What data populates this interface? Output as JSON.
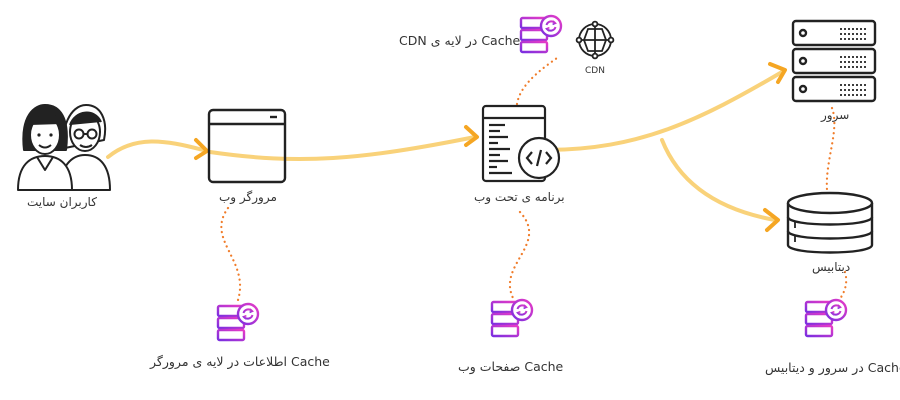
{
  "labels": {
    "users": "کاربران سایت",
    "browser": "مرورگر وب",
    "webapp": "برنامه ی تحت وب",
    "server": "سرور",
    "database": "دیتابیس",
    "cdn": "CDN",
    "cdn_cache": "Cache در لایه ی CDN",
    "browser_cache": "Cache اطلاعات در لایه ی مرورگر",
    "webapp_cache": "Cache صفحات وب",
    "server_cache": "Cache در سرور و دیتابیس"
  },
  "colors": {
    "flow_line": "#F9D27A",
    "arrow_head": "#F5A623",
    "dotted": "#F07C2A",
    "cache_gradient_start": "#7A2FE0",
    "cache_gradient_end": "#E83BC6",
    "outline": "#222222"
  },
  "icons": {
    "users": "users-icon",
    "browser": "browser-window-icon",
    "webapp": "code-window-icon",
    "server": "server-rack-icon",
    "database": "database-icon",
    "cdn": "network-globe-icon",
    "cache": "cache-server-icon"
  }
}
